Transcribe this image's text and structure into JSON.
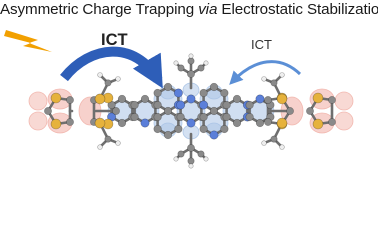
{
  "title": {
    "before": "Asymmetric Charge Trapping ",
    "italic": "via",
    "after": " Electrostatic Stabilization"
  },
  "labels": {
    "ict_strong": "ICT",
    "ict_weak": "ICT"
  },
  "colors": {
    "bolt": "#f2a000",
    "arrow_strong": "#2e5eb8",
    "arrow_weak": "#5b8fd6",
    "orbital_acceptor": "#a9c3e6",
    "orbital_donor": "#f1b3aa",
    "carbon": "#8a8a8a",
    "nitrogen": "#5b7fd9",
    "sulfur": "#e6b23c",
    "hydrogen": "#eeeeee"
  },
  "icons": {
    "light": "lightning-bolt-icon"
  }
}
